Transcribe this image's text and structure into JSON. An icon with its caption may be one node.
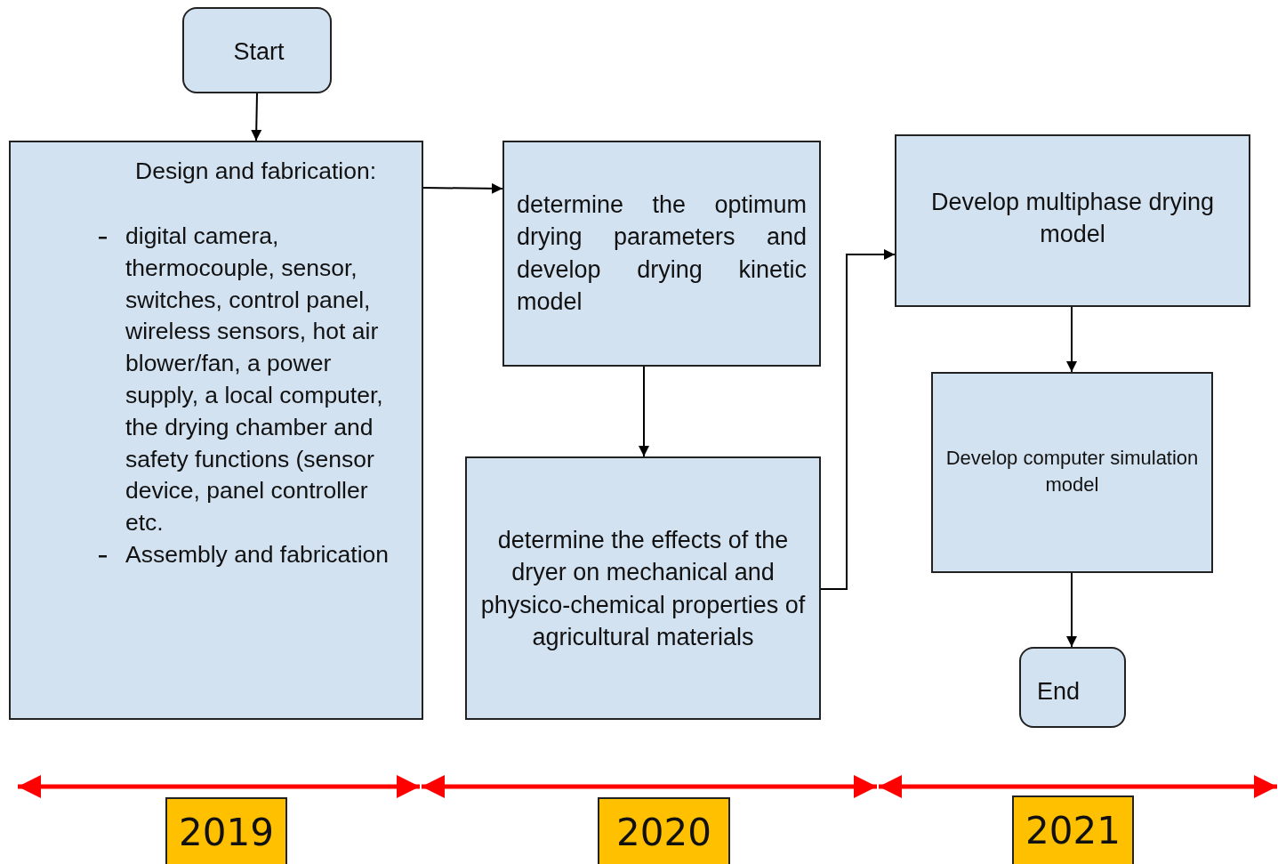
{
  "diagram": {
    "nodes": [
      {
        "text": [
          "Start"
        ]
      },
      {
        "text": [
          "Design and fabrication:",
          "digital camera, thermocouple, sensor, switches, control panel, wireless sensors, hot air blower/fan, a power supply, a local computer, the drying chamber and safety functions (sensor device, panel controller etc.",
          "Assembly and fabrication"
        ]
      },
      {
        "text": [
          "determine the optimum drying parameters and develop drying kinetic model"
        ]
      },
      {
        "text": [
          "determine the effects of the dryer on mechanical and physico-chemical properties of agricultural materials"
        ]
      },
      {
        "text": [
          "Develop multiphase drying model"
        ]
      },
      {
        "text": [
          "Develop computer simulation model"
        ]
      },
      {
        "text": [
          "End"
        ]
      },
      {
        "text": [
          "2019"
        ]
      },
      {
        "text": [
          "2020"
        ]
      },
      {
        "text": [
          "2021"
        ]
      }
    ],
    "edges": [
      {
        "from": 0,
        "to": 1,
        "arrow": "to"
      },
      {
        "from": 1,
        "to": 2,
        "arrow": "to"
      },
      {
        "from": 2,
        "to": 3,
        "arrow": "to"
      },
      {
        "from": 3,
        "to": 4,
        "arrow": "to"
      },
      {
        "from": 4,
        "to": 5,
        "arrow": "to"
      },
      {
        "from": 5,
        "to": 6,
        "arrow": "to"
      }
    ]
  }
}
